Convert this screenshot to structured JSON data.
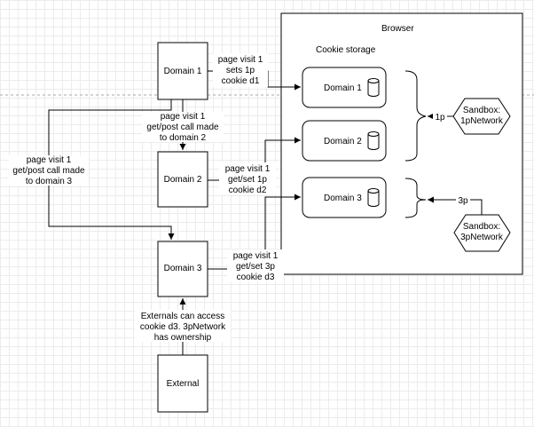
{
  "browser": {
    "title": "Browser",
    "storage_title": "Cookie storage",
    "storage_items": [
      "Domain 1",
      "Domain 2",
      "Domain 3"
    ]
  },
  "domains": {
    "d1": "Domain 1",
    "d2": "Domain 2",
    "d3": "Domain 3",
    "external": "External"
  },
  "sandboxes": {
    "first_party": [
      "Sandbox:",
      "1pNetwork"
    ],
    "third_party": [
      "Sandbox:",
      "3pNetwork"
    ]
  },
  "edge_labels": {
    "d1_to_storage": [
      "page visit 1",
      "sets 1p",
      "cookie d1"
    ],
    "d1_to_d2": [
      "page visit 1",
      "get/post call made",
      "to domain 2"
    ],
    "d1_to_d3": [
      "page visit 1",
      "get/post call made",
      "to domain 3"
    ],
    "d2_to_storage": [
      "page visit 1",
      "get/set 1p",
      "cookie d2"
    ],
    "d3_to_storage": [
      "page visit 1",
      "get/set 3p",
      "cookie d3"
    ],
    "external_to_d3": [
      "Externals can access",
      "cookie d3. 3pNetwork",
      "has ownership"
    ],
    "sandbox_1p": "1p",
    "sandbox_3p": "3p"
  }
}
